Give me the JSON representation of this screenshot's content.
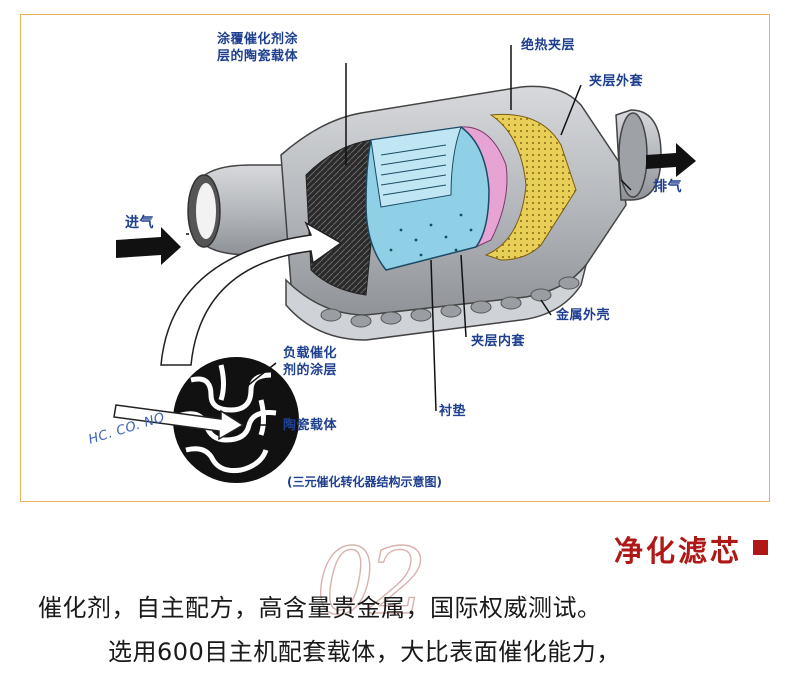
{
  "diagram": {
    "labels": {
      "coated_substrate": "涂覆催化剂涂\n层的陶瓷载体",
      "insulation_layer": "绝热夹层",
      "outer_jacket": "夹层外套",
      "exhaust": "排气",
      "intake": "进气",
      "metal_shell": "金属外壳",
      "inner_jacket": "夹层内套",
      "catalyst_coating": "负载催化\n剂的涂层",
      "ceramic_substrate": "陶瓷载体",
      "liner_pad": "衬垫",
      "gases": "HC. CO. NO"
    },
    "caption": "(三元催化转化器结构示意图)",
    "colors": {
      "frame_border": "#e8b35a",
      "label_text": "#1f3f8f",
      "shell": "#b9bcc0",
      "substrate": "#8fd0e6",
      "insulation": "#e8cf58",
      "coating": "#e6a3d3"
    }
  },
  "section": {
    "title": "净化滤芯",
    "number": "02",
    "accent_color": "#b01818"
  },
  "body": {
    "line1": "催化剂，自主配方，高含量贵金属，国际权威测试。",
    "line2": "选用600目主机配套载体，大比表面催化能力，"
  }
}
